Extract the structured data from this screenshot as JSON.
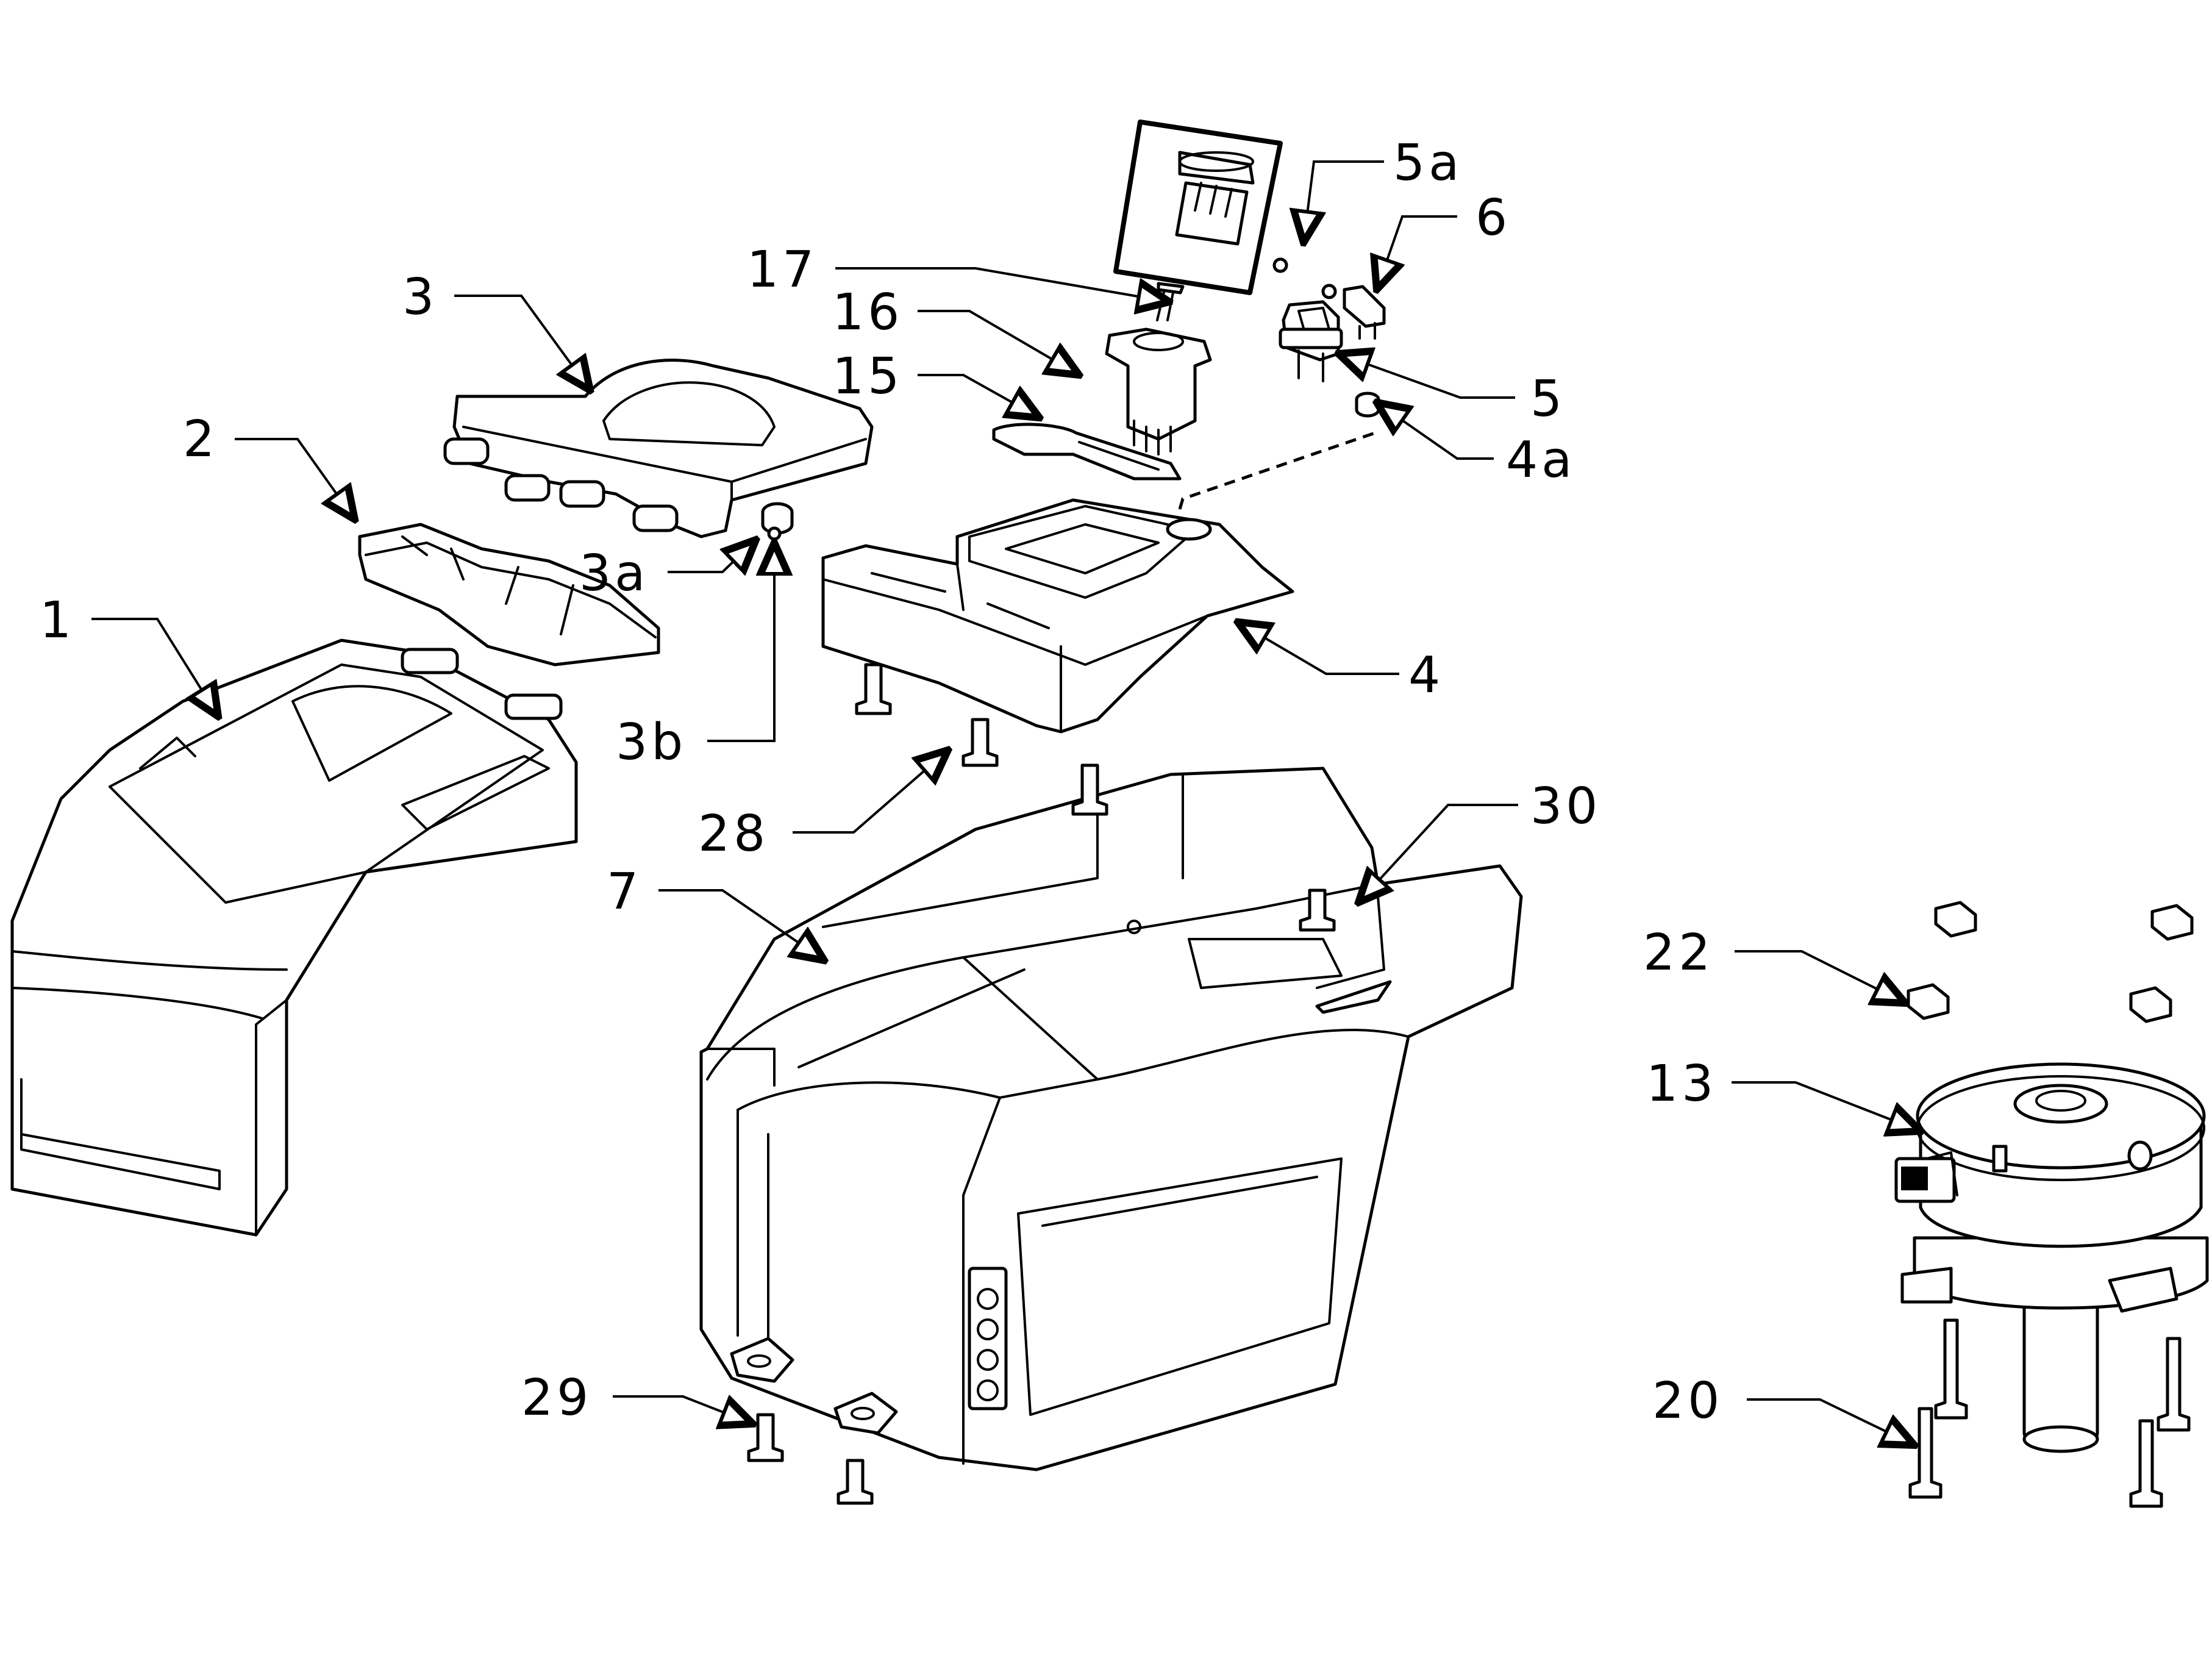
{
  "diagram": {
    "callouts": [
      {
        "id": "c1",
        "label": "1"
      },
      {
        "id": "c2",
        "label": "2"
      },
      {
        "id": "c3",
        "label": "3"
      },
      {
        "id": "c3a",
        "label": "3a"
      },
      {
        "id": "c3b",
        "label": "3b"
      },
      {
        "id": "c4",
        "label": "4"
      },
      {
        "id": "c4a",
        "label": "4a"
      },
      {
        "id": "c5",
        "label": "5"
      },
      {
        "id": "c5a",
        "label": "5a"
      },
      {
        "id": "c6",
        "label": "6"
      },
      {
        "id": "c7",
        "label": "7"
      },
      {
        "id": "c13",
        "label": "13"
      },
      {
        "id": "c15",
        "label": "15"
      },
      {
        "id": "c16",
        "label": "16"
      },
      {
        "id": "c17",
        "label": "17"
      },
      {
        "id": "c20",
        "label": "20"
      },
      {
        "id": "c22",
        "label": "22"
      },
      {
        "id": "c28",
        "label": "28"
      },
      {
        "id": "c29",
        "label": "29"
      },
      {
        "id": "c30",
        "label": "30"
      }
    ]
  }
}
